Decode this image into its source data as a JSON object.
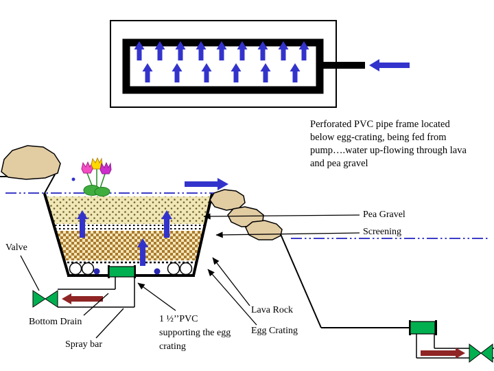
{
  "note": {
    "pump_flow_description": "Perforated PVC pipe frame located\nbelow egg-crating, being fed from\npump….water up-flowing through lava\nand pea gravel"
  },
  "labels": {
    "pea_gravel": "Pea Gravel",
    "screening": "Screening",
    "valve": "Valve",
    "bottom_drain": "Bottom Drain",
    "spray_bar": "Spray bar",
    "pvc_support": "1 ½’’PVC\nsupporting the egg\ncrating",
    "lava_rock": "Lava Rock",
    "egg_crating": "Egg Crating"
  },
  "icons": {
    "up_arrow": "blue upflow arrow",
    "inflow_arrow": "blue arrow pointing left into pipe frame",
    "surface_flow_arrow": "blue arrow pointing right at water surface",
    "drain_flow_arrow_left": "dark red arrow pointing left in drain pipe",
    "drain_flow_arrow_right": "dark red arrow pointing right in drain pipe",
    "valve_bowtie": "green bowtie valve symbol",
    "tulips": "flower planting on pond edge",
    "rocks": "tan boulder edging"
  },
  "colors": {
    "arrow_blue": "#3333CC",
    "arrow_dark_red": "#8F2525",
    "fitting_green": "#00B050",
    "rock_tan": "#E2CCA2",
    "pea_gravel_bg": "#F0E7B6",
    "pea_gravel_dot": "#6F5E2A",
    "lava_brown": "#A97A2F",
    "lava_light": "#F5E6B8",
    "waterline_blue": "#3C3CC8"
  }
}
